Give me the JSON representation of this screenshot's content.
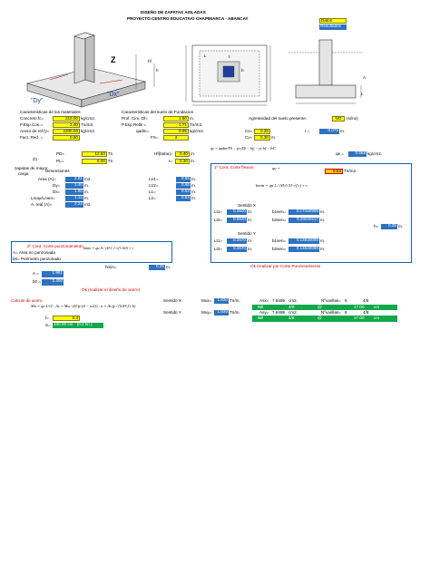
{
  "header": {
    "title": "DISEÑO DE ZAPATAS AISLADAS",
    "project": "PROYECTO:CENTRO EDUCATIVO CHAPIMARCA - ABANCAY"
  },
  "legend": {
    "datos": "Datos",
    "resultados": "Resultados"
  },
  "diagram": {
    "dy": "\"Dy\"",
    "dx": "\"Dx\"",
    "z": "Z",
    "hf": "hf",
    "h": "h",
    "t1": "t",
    "t2": "b",
    "l1": "L",
    "l2": "L",
    "a": "A"
  },
  "materials": {
    "title": "Caracteristicas de los materiales:",
    "rows": [
      {
        "label": "Concreto fc=",
        "value": "210.00",
        "unit": "kg/cm2."
      },
      {
        "label": "P.Esp.Cos.=",
        "value": "2.40",
        "unit": "Tn/m3."
      },
      {
        "label": "Acero de ref.fy=",
        "value": "4200.00",
        "unit": "kg/cm2."
      },
      {
        "label": "Fact. Red. =",
        "value": "0.80",
        "unit": ""
      }
    ]
  },
  "soil": {
    "title": "Caracteristicas del suelo de Fundacion",
    "rows": [
      {
        "label": "Prof. Cim. Df=",
        "value": "1.50",
        "unit": "m."
      },
      {
        "label": "P.Esp.Relle =",
        "value": "1.71",
        "unit": "Tn/m3."
      },
      {
        "label": "qadm=",
        "value": "0.95",
        "unit": "kg/cm2."
      },
      {
        "label": "FS=",
        "value": "3",
        "unit": ""
      }
    ],
    "aggr_label": "Agresividad del suelo presente:",
    "aggr_value": "NO",
    "aggr_unit": "(si/no)",
    "cs_label": "Cs=",
    "cs_value": "0.20",
    "cv_label": "Cv=",
    "cv_value": "0.30",
    "cv_unit": "m.",
    "r_label": "r =",
    "r_value": "0.075",
    "r_unit": "m."
  },
  "loads": {
    "z1": "Z1",
    "pd_label": "PD=",
    "pd_value": "12.50",
    "pd_unit": "Tn.",
    "pl_label": "PL=",
    "pl_value": "6.00",
    "pl_unit": "Tn.",
    "hf_label": "Hf(baba)=",
    "hf_value": "0.40",
    "hf_unit": "m.",
    "t_label": "t=",
    "t_value": "0.30",
    "t_unit": "m.",
    "qe_label": "qe =",
    "qe_value": "0.658",
    "qe_unit": "kg/cm2.",
    "formula_qe": "qe = qadm/FS − γs·(Df − hf) − γc·hf − S/C"
  },
  "dimensions": {
    "subtitle1": "zapatas de mayor",
    "subtitle2": "carga",
    "dim_title": "Dimensiones",
    "rows": [
      {
        "label": "Area (A)=",
        "value": "2.81",
        "unit": "m2."
      },
      {
        "label": "Dy=",
        "value": "1.40",
        "unit": "m."
      },
      {
        "label": "Dx=",
        "value": "1.60",
        "unit": "m."
      },
      {
        "label": "Lmay/Lmen=",
        "value": "1.14",
        "unit": "m."
      },
      {
        "label": "A. real (A)=",
        "value": "2.24",
        "unit": "m2."
      }
    ],
    "lv_rows": [
      {
        "label": "LV1=",
        "value": "0.65",
        "unit": "m."
      },
      {
        "label": "LV2=",
        "value": "0.65",
        "unit": "m."
      },
      {
        "label": "L1=",
        "value": "0.53",
        "unit": "m."
      },
      {
        "label": "L2=",
        "value": "0.53",
        "unit": "m."
      }
    ]
  },
  "flexion": {
    "title": "1º Cont. Corte flexion",
    "qu_label": "qu =",
    "qu_value": "8.53",
    "qu_unit": "Tn/m2.",
    "hmin_formula": "hmin = qu·L / (Ø·0.53·√f'c) + r",
    "dir_x": "Sentido X",
    "dir_y": "Sentido Y",
    "x_rows": [
      {
        "label": "Lt1=",
        "value": "0.3600",
        "unit": "m.",
        "label2": "b1sen=",
        "value2": "0.17440909",
        "unit2": "m."
      },
      {
        "label": "Lt2=",
        "value": "0.6620",
        "unit": "m.",
        "label2": "b2sen=",
        "value2": "0.20049117",
        "unit2": "m."
      }
    ],
    "y_rows": [
      {
        "label": "Lt1=",
        "value": "0.3670",
        "unit": "m.",
        "label2": "b1sen=",
        "value2": "0.14840090",
        "unit2": "m."
      },
      {
        "label": "Lt2=",
        "value": "0.3670",
        "unit": "m.",
        "label2": "b2sen=",
        "value2": "0.14840090",
        "unit2": "m."
      }
    ],
    "h_label": "h=",
    "h_value": "0.35",
    "h_unit": "m.",
    "ok_text": "Ok (realizar por Corte Punzonamiento"
  },
  "punching": {
    "title": "2º Cont. Corte punzonamiento",
    "line1": "A= Area no punzonada",
    "line2": "b0= Perimetro punzonado",
    "formula": "hmin = qu·A / (Ø·1.1·√f'c·b0) + r",
    "hmin_label": "hmin=",
    "hmin_value": "0.25",
    "hmin_unit": "m.",
    "a_label": "A =",
    "a_value": "1.981",
    "b0_label": "b0 =",
    "b0_value": "2.400",
    "ok_text": "Ok (realizar el diseño de acero)"
  },
  "steel": {
    "title": "Calculo de acero",
    "formula": "Mu = qu·L²/2 ; As = Mu / (Ø·fy·(d − a/2)) ; a = As·fy / (0.85·f'c·b)",
    "dir_x": "Sentido X",
    "dir_y": "Sentido Y",
    "mux_label": "Mux=",
    "mux_value": "1.830",
    "mux_unit": "Tn/m.",
    "muy_label": "Muy=",
    "muy_value": "1.830",
    "muy_unit": "Tn/m.",
    "asx_label": "Asx=",
    "asx_value": "7.8495",
    "asx_unit": "cm2.",
    "nsx_label": "Nºvarillas=",
    "nsx_value": "6",
    "dx_label": "4/8",
    "asy_label": "Asy=",
    "asy_value": "7.8495",
    "asy_unit": "cm2.",
    "nsy_label": "Nºvarillas=",
    "nsy_value": "6",
    "dy_label": "4/8",
    "bar_x": {
      "c1": "6Ø",
      "c2": "4/8",
      "c3": "@",
      "c4": "17.00",
      "c5": "cm"
    },
    "bar_y": {
      "c1": "6Ø",
      "c2": "4/8",
      "c3": "@",
      "c4": "17.00",
      "c5": "cm"
    }
  },
  "bottom": {
    "f_label": "f=",
    "f_value": "0.3",
    "s_label": "S=",
    "s_value": "100.00",
    "s_unit": "cm",
    "s_paren": "(0.2 kn.)",
    "bar": {
      "c1": "6Ø",
      "c2": "4/8",
      "c3": "@",
      "c4": "17.00",
      "c5": "cm"
    }
  }
}
